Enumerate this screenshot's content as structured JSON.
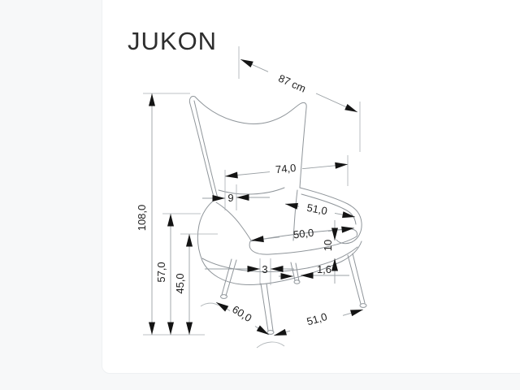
{
  "title": "JUKON",
  "diagram": {
    "dimensions": {
      "diagonal_depth": "87 cm",
      "back_width": "74,0",
      "back_thickness": "9",
      "seat_depth": "51,0",
      "seat_width": "50,0",
      "cushion_thickness": "10",
      "leg_top_width": "3",
      "leg_foot_width": "1,6",
      "total_height": "108,0",
      "armrest_height": "57,0",
      "seat_height": "45,0",
      "footprint_depth": "60,0",
      "footprint_width": "51,0"
    },
    "colors": {
      "background": "#f7f8f9",
      "card": "#ffffff",
      "chair_line": "#8f959a",
      "dimension_line": "#9aa0a4",
      "arrow": "#141414",
      "text": "#1f1f1f"
    }
  }
}
